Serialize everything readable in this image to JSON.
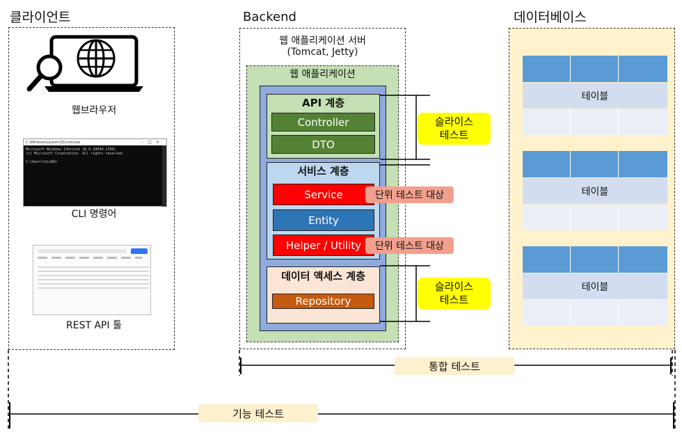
{
  "client": {
    "title": "클라이언트",
    "browser_label": "웹브라우저",
    "cli_label": "CLI 명령어",
    "cli_window_title": "C:\\Windows\\system32\\cmd.exe",
    "cli_lines": [
      "Microsoft Windows [Version 10.0.19044.1766]",
      "(c) Microsoft Corporation. All rights reserved.",
      "",
      "C:\\Users\\his68>"
    ],
    "rest_label": "REST API 툴"
  },
  "backend": {
    "title": "Backend",
    "server_title": "웹 애플리케이션 서버",
    "server_sub": "(Tomcat, Jetty)",
    "app_title": "웹 애플리케이션",
    "api_layer": {
      "title": "API 계층",
      "items": [
        "Controller",
        "DTO"
      ]
    },
    "service_layer": {
      "title": "서비스 계층",
      "items": [
        "Service",
        "Entity",
        "Helper / Utility"
      ]
    },
    "data_layer": {
      "title": "데이터 액세스 계층",
      "items": [
        "Repository"
      ]
    },
    "unit_test_label": "단위 테스트 대상"
  },
  "tests": {
    "slice_1": "슬라이스\n테스트",
    "slice_2": "슬라이스\n테스트",
    "integration": "통합 테스트",
    "functional": "기능 테스트"
  },
  "database": {
    "title": "데이터베이스",
    "table_label": "테이블"
  },
  "colors": {
    "controller": "#548235",
    "service_red": "#ff0000",
    "entity_blue": "#2e75b6",
    "repository": "#c55a11",
    "app_green": "#c5e0b4",
    "layer_blue": "#8faadc",
    "db_bg": "#fff2cc",
    "table_header": "#5b9bd5"
  }
}
